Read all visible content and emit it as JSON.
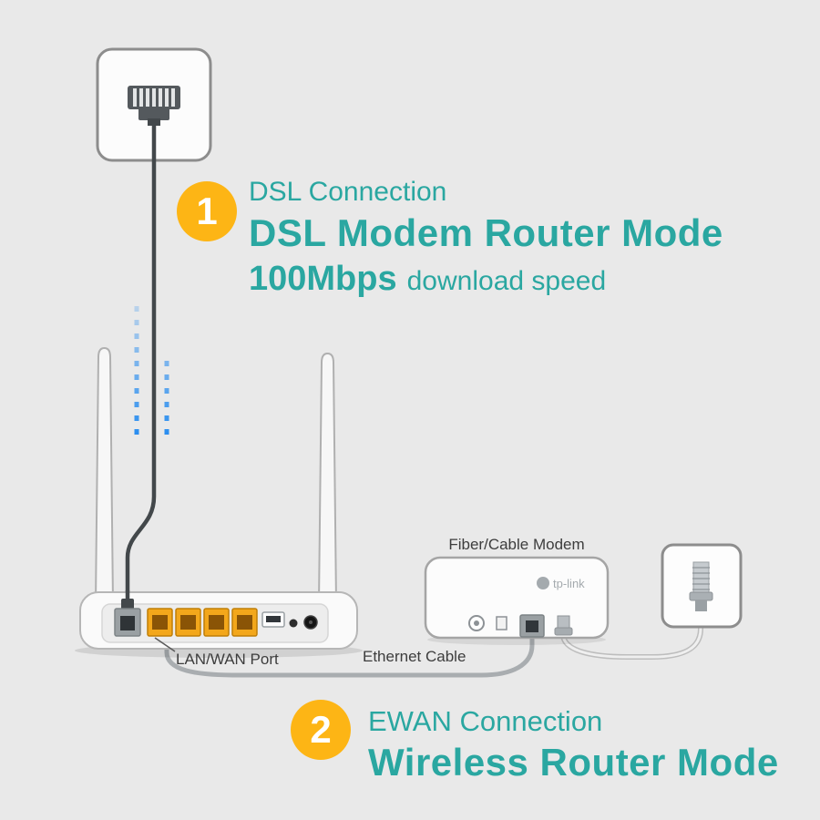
{
  "colors": {
    "background": "#e9e9e9",
    "accent_teal": "#2aa7a1",
    "badge_yellow": "#fdb515",
    "signal_blue": "#1e88f0",
    "lan_port_orange": "#f3a71b"
  },
  "step1": {
    "number": "1",
    "heading": "DSL Connection",
    "mode": "DSL Modem Router Mode",
    "speed_value": "100Mbps",
    "speed_suffix": "download speed"
  },
  "step2": {
    "number": "2",
    "heading": "EWAN Connection",
    "mode": "Wireless Router Mode"
  },
  "labels": {
    "lan_wan_port": "LAN/WAN Port",
    "ethernet_cable": "Ethernet Cable",
    "fiber_cable_modem": "Fiber/Cable Modem",
    "modem_brand": "tp-link"
  },
  "icons": {
    "dsl-wall-socket-icon": "rounded wall plate with RJ11 phone connector",
    "coax-wall-socket-icon": "rounded wall plate with threaded coax connector",
    "router-back-view": "two-antenna router rear panel with DSL, LAN, USB, power ports",
    "fiber-cable-modem": "modem box with power, button, ethernet and coax ports",
    "dsl-signal-dots": "blue dotted signal flow lines"
  }
}
